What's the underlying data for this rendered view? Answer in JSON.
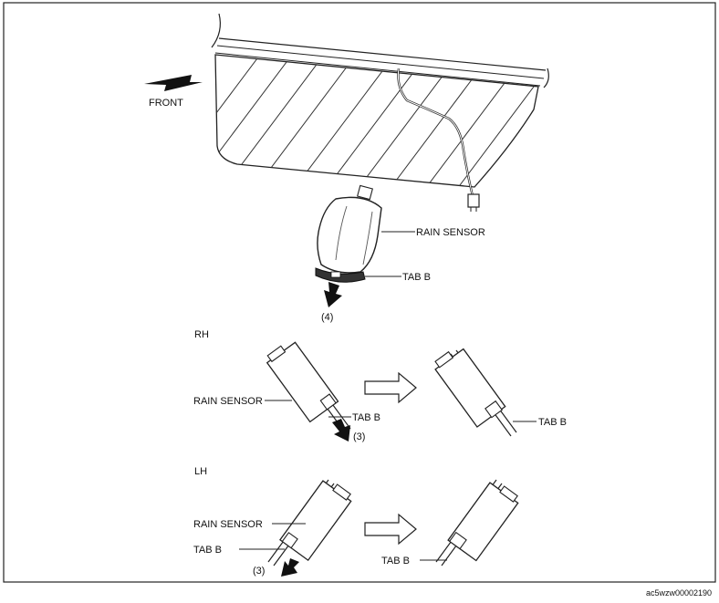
{
  "labels": {
    "front": "FRONT",
    "rain_sensor": "RAIN SENSOR",
    "tab_b": "TAB B",
    "step_4": "(4)",
    "step_3": "(3)",
    "rh": "RH",
    "lh": "LH"
  },
  "image_code": "ac5wzw00002190",
  "icons": {
    "front_arrow": "front-direction-arrow-icon",
    "pull_arrow": "pull-down-arrow-icon",
    "transition_arrow": "hollow-right-arrow-icon"
  }
}
